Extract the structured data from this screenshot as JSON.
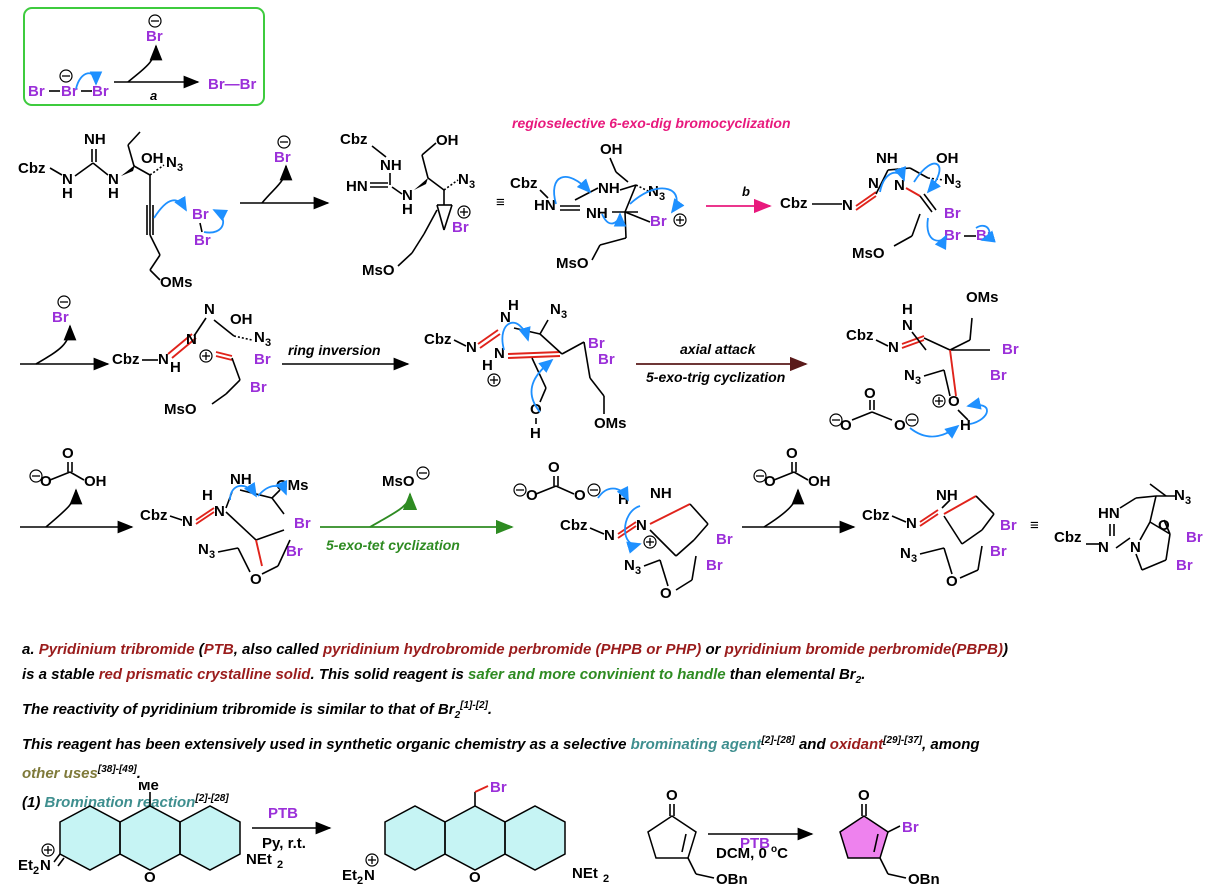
{
  "box": {
    "br_minus": "Br",
    "tribromide": [
      "Br",
      "Br",
      "Br"
    ],
    "product": "Br—Br",
    "step": "a"
  },
  "labels": {
    "regioselective": "regioselective 6-exo-dig bromocyclization",
    "step_b": "b",
    "ring_inversion": "ring inversion",
    "axial_attack": "axial attack",
    "exo_trig": "5-exo-trig cyclization",
    "exo_tet": "5-exo-tet cyclization"
  },
  "atoms": {
    "cbz": "Cbz",
    "nh": "NH",
    "hn": "HN",
    "oh": "OH",
    "n": "N",
    "h": "H",
    "o": "O",
    "n3": "N",
    "three": "3",
    "oms": "OMs",
    "mso": "MsO",
    "br": "Br",
    "me": "Me",
    "et": "Et",
    "net": "NEt",
    "two": "2",
    "obn": "OBn",
    "identical": "≡",
    "o_minus": "O",
    "o_carb": "O"
  },
  "reagents": {
    "ptb": "PTB",
    "py": "Py, r.t.",
    "dcm": "DCM, 0 ",
    "dcm_deg": "o",
    "dcm_c": "C"
  },
  "notes": {
    "line1_a": "a. ",
    "line1_ptb": "Pyridinium tribromide",
    "line1_paren1": " (",
    "line1_ptb_abbr": "PTB",
    "line1_also": ", also called ",
    "line1_phpb": "pyridinium hydrobromide perbromide (PHPB or PHP)",
    "line1_or": " or ",
    "line1_pbpb": "pyridinium bromide perbromide(PBPB)",
    "line1_close": ")",
    "line2_a": "is a stable ",
    "line2_red": "red prismatic crystalline solid",
    "line2_b": ". This solid reagent is ",
    "line2_green": "safer and more convinient to handle",
    "line2_c": " than elemental Br",
    "line2_sub": "2",
    "line2_end": ".",
    "line3": "The reactivity of pyridinium tribromide is similar to that of Br",
    "line3_sub": "2",
    "line3_ref": "[1]-[2]",
    "line3_end": ".",
    "line4_a": "This reagent has been extensively used in synthetic organic chemistry as a selective ",
    "line4_teal": "brominating agent",
    "line4_ref1": "[2]-[28]",
    "line4_and": " and ",
    "line4_red": "oxidant",
    "line4_ref2": "[29]-[37]",
    "line4_b": ", among",
    "line5_olive": "other uses",
    "line5_ref": "[38]-[49]",
    "line5_end": ".",
    "line6_a": "(1) ",
    "line6_teal": "Bromination reaction",
    "line6_ref": "[2]-[28]"
  }
}
